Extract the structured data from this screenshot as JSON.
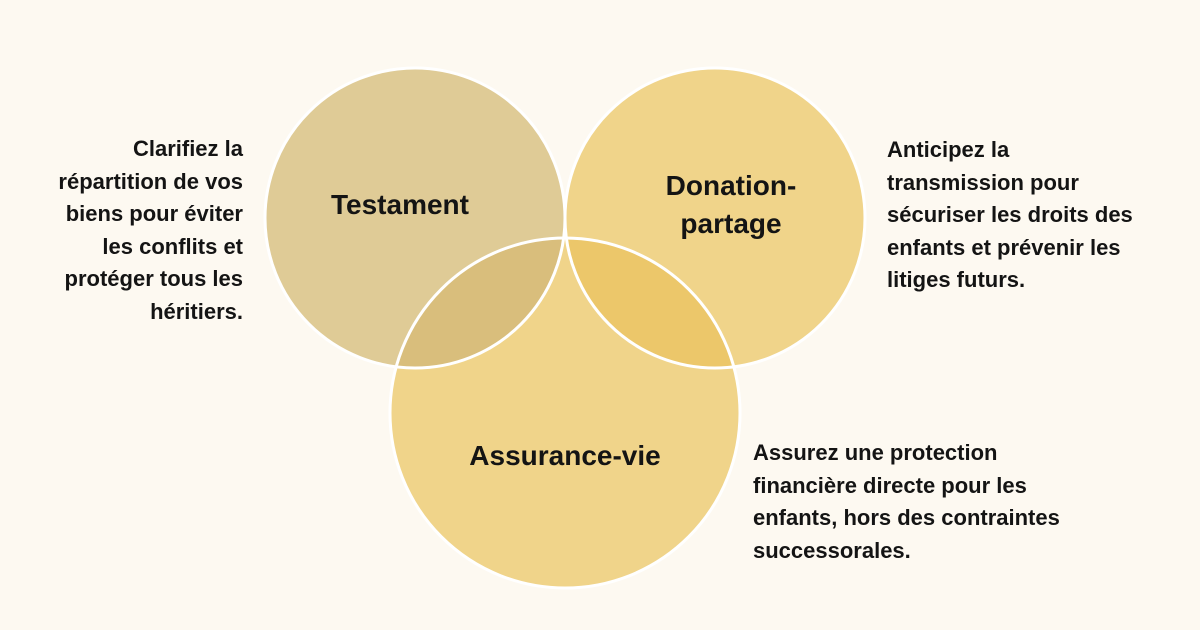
{
  "colors": {
    "background": "#fdf9f1",
    "testament_fill": "#dfcb96",
    "donation_fill": "#f0d48a",
    "assurance_fill": "#f0d48a",
    "overlap_testament_donation": "#e7c770",
    "overlap_testament_assurance": "#d9be7c",
    "overlap_donation_assurance": "#ecc76a",
    "overlap_center": "#e7c467",
    "stroke": "#ffffff"
  },
  "circles": {
    "testament": {
      "label": "Testament"
    },
    "donation": {
      "label": "Donation-\npartage"
    },
    "assurance": {
      "label": "Assurance-vie"
    }
  },
  "descriptions": {
    "testament": "Clarifiez la\nrépartition de vos\nbiens pour éviter\nles conflits et\nprotéger tous les\nhéritiers.",
    "donation": "Anticipez la\ntransmission pour\nsécuriser les droits des\nenfants et prévenir les\nlitiges futurs.",
    "assurance": "Assurez une protection\nfinancière directe pour les\nenfants, hors des contraintes\nsuccessorales."
  }
}
